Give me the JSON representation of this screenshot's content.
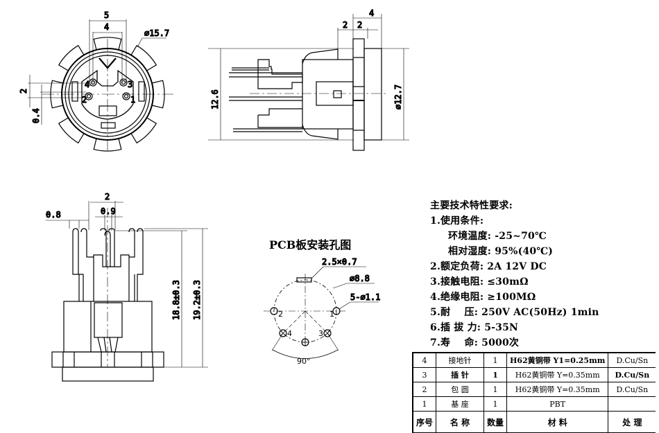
{
  "front_view": {
    "dim_width_outer": "5",
    "dim_width_inner": "4",
    "dim_diameter": "⌀15.7",
    "dim_pin_pitch_v": "2",
    "dim_offset": "0.4",
    "pin_labels": [
      "1",
      "2",
      "3",
      "4"
    ]
  },
  "side_view": {
    "dim_total": "4",
    "dim_a": "2",
    "dim_b": "2",
    "dim_height": "12.6",
    "dim_diameter": "⌀12.7"
  },
  "bottom_view": {
    "dim_pin_span": "2",
    "dim_pin_width": "0.9",
    "dim_tab_width": "0.8",
    "dim_height_a": "18.8±0.3",
    "dim_height_b": "19.2±0.3"
  },
  "pcb_layout": {
    "title": "PCB板安装孔图",
    "slot_dim": "2.5×0.7",
    "circle_dim": "⌀8.8",
    "holes_dim": "5-⌀1.1",
    "angle": "90°",
    "hole_labels": [
      "1",
      "2",
      "3",
      "4"
    ]
  },
  "specs": {
    "title": "主要技术特性要求:",
    "lines": [
      "1.使用条件:",
      "环境温度: -25~70℃",
      "相对湿度: 95%(40℃)",
      "2.额定负荷: 2A 12V DC",
      "3.接触电阻: ≤30mΩ",
      "4.绝缘电阻: ≥100MΩ",
      "5.耐    压: 250V AC(50Hz) 1min",
      "6.插 拔 力: 5-35N",
      "7.寿    命: 5000次"
    ]
  },
  "bom_table": {
    "rows": [
      [
        "4",
        "接地针",
        "1",
        "H62黄铜带 Y1=0.25mm",
        "D.Cu/Sn"
      ],
      [
        "3",
        "插 针",
        "1",
        "H62黄铜带 Y=0.35mm",
        "D.Cu/Sn"
      ],
      [
        "2",
        "包 圆",
        "1",
        "H62黄铜带 Y=0.35mm",
        "D.Cu/Sn"
      ],
      [
        "1",
        "基 座",
        "1",
        "PBT",
        ""
      ]
    ],
    "header": [
      "序号",
      "名   称",
      "数量",
      "材   料",
      "处   理"
    ]
  }
}
